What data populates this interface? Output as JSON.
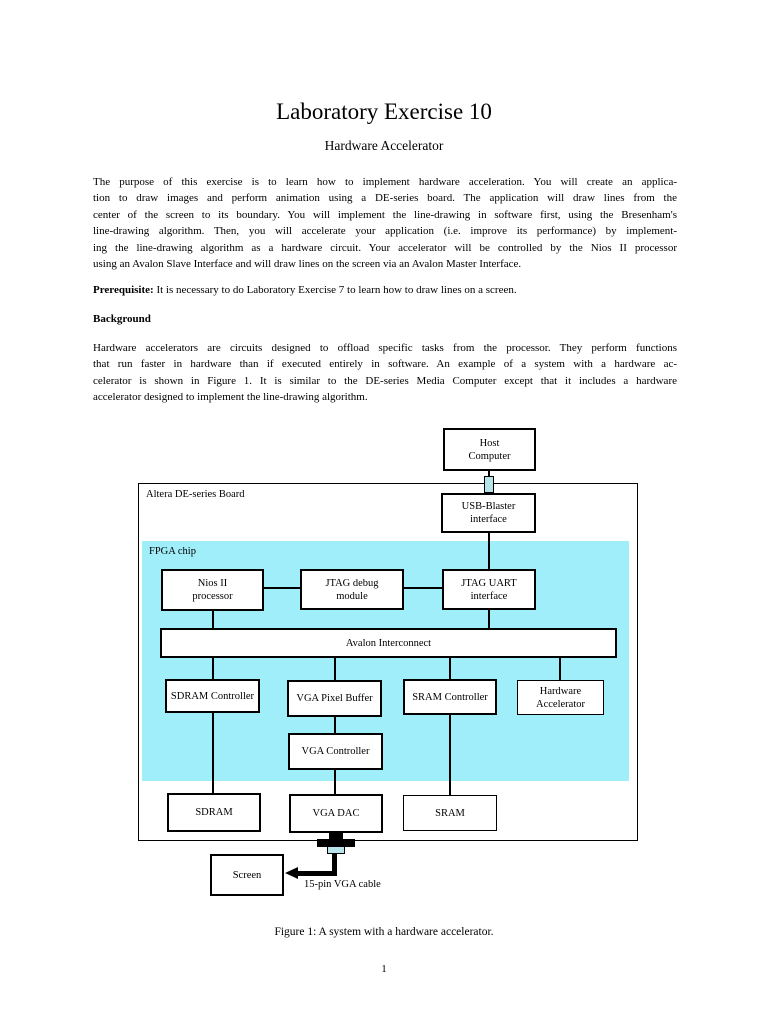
{
  "document": {
    "title": "Laboratory Exercise 10",
    "subtitle": "Hardware Accelerator",
    "intro_lines": [
      "The purpose of this exercise is to learn how to implement hardware acceleration.  You will create an applica-",
      "tion to draw images and perform animation using a DE-series board.  The application will draw lines from the",
      "center of the screen to its boundary.  You will implement the line-drawing in software first, using the Bresenham's",
      "line-drawing algorithm.  Then, you will accelerate your application (i.e. improve its performance) by implement-",
      "ing the line-drawing algorithm as a hardware circuit.  Your accelerator will be controlled by the Nios II processor",
      "using an Avalon Slave Interface and will draw lines on the screen via an Avalon Master Interface."
    ],
    "prerequisite_label": "Prerequisite:",
    "prerequisite_text": " It is necessary to do Laboratory Exercise 7 to learn how to draw lines on a screen.",
    "background_heading": "Background",
    "background_lines": [
      "Hardware accelerators are circuits designed to offload specific tasks from the processor.  They perform functions",
      "that run faster in hardware than if executed entirely in software.  An example of a system with a hardware ac-",
      "celerator is shown in Figure 1.  It is similar to the DE-series Media Computer except that it includes a hardware",
      "accelerator designed to implement the line-drawing algorithm."
    ],
    "figure_caption": "Figure 1: A system with a hardware accelerator.",
    "page_number": "1"
  },
  "diagram": {
    "board_label": "Altera DE-series Board",
    "fpga_label": "FPGA chip",
    "cable_label": "15-pin VGA cable",
    "colors": {
      "fpga_fill": "#a0eefa",
      "connector_fill": "#b7e3ea",
      "line": "#000000"
    },
    "boxes": {
      "host": "Host\nComputer",
      "usb_blaster": "USB-Blaster\ninterface",
      "nios": "Nios II\nprocessor",
      "jtag_debug": "JTAG debug\nmodule",
      "jtag_uart": "JTAG UART\ninterface",
      "avalon": "Avalon Interconnect",
      "sdram_ctrl": "SDRAM Controller",
      "vga_pixel_buffer": "VGA Pixel Buffer",
      "sram_ctrl": "SRAM Controller",
      "hw_accel": "Hardware\nAccelerator",
      "vga_ctrl": "VGA Controller",
      "sdram": "SDRAM",
      "vga_dac": "VGA DAC",
      "sram": "SRAM",
      "screen": "Screen"
    }
  }
}
